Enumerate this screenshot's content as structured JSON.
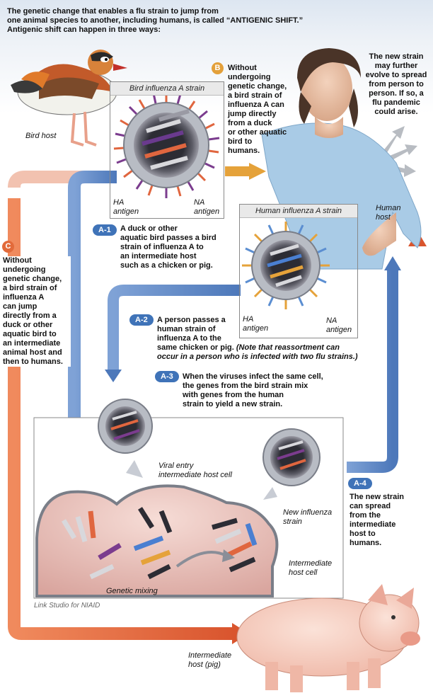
{
  "intro": {
    "line1": "The genetic change that enables a flu strain to jump from",
    "line2a": "one animal species to another, including humans, is called ",
    "line2b": "“ANTIGENIC SHIFT.”",
    "line3": "Antigenic shift can happen in three ways:"
  },
  "bird": {
    "host_label": "Bird host",
    "strain_title": "Bird influenza A strain",
    "ha_label": "HA",
    "ha_label2": "antigen",
    "na_label": "NA",
    "na_label2": "antigen"
  },
  "human_strain": {
    "title": "Human influenza A strain",
    "ha_label": "HA",
    "ha_label2": "antigen",
    "na_label": "NA",
    "na_label2": "antigen"
  },
  "route_b": {
    "badge": "B",
    "lines": [
      "Without",
      "undergoing",
      "genetic change,",
      "a bird strain of",
      "influenza A can",
      "jump directly",
      "from a duck",
      "or other aquatic",
      "bird to",
      "humans."
    ]
  },
  "pandemic": {
    "lines": [
      "The new strain",
      "may further",
      "evolve to spread",
      "from person to",
      "person. If so, a",
      "flu pandemic",
      "could arise."
    ]
  },
  "human_host": {
    "lines": [
      "Human",
      "host"
    ]
  },
  "route_c": {
    "badge": "C",
    "lines": [
      "Without",
      "undergoing",
      "genetic change,",
      "a bird strain of",
      "influenza A",
      "can jump",
      "directly from a",
      "duck or other",
      "aquatic bird to",
      "an intermediate",
      "animal host and",
      "then to humans."
    ]
  },
  "step_a1": {
    "badge": "A-1",
    "lines": [
      "A duck or other",
      "aquatic bird passes a bird",
      "strain of influenza A to",
      "an intermediate host",
      "such as a chicken or pig."
    ]
  },
  "step_a2": {
    "badge": "A-2",
    "lines": [
      "A person passes a",
      "human strain of",
      "influenza A to the"
    ],
    "line4": "same chicken or pig. ",
    "note1": "(Note that reassortment can",
    "note2": "occur in a person who is infected with two flu strains.)"
  },
  "step_a3": {
    "badge": "A-3",
    "lines": [
      "When the viruses infect the same cell,",
      "the genes from the bird strain mix",
      "with genes from the human",
      "strain to yield a new strain."
    ]
  },
  "step_a4": {
    "badge": "A-4",
    "lines": [
      "The new strain",
      "can spread",
      "from the",
      "intermediate",
      "host to",
      "humans."
    ]
  },
  "cell": {
    "viral_entry": [
      "Viral entry",
      "intermediate host cell"
    ],
    "new_strain": [
      "New influenza",
      "strain"
    ],
    "intermediate_cell": [
      "Intermediate",
      "host cell"
    ],
    "genetic_mixing": "Genetic mixing"
  },
  "pig": {
    "lines": [
      "Intermediate",
      "host (pig)"
    ]
  },
  "credit": "Link Studio for NIAID",
  "colors": {
    "blue_arrow": "#5d86c4",
    "orange_arrow": "#e0663f",
    "gold_arrow": "#e5a23a",
    "badge_blue": "#3f73b8",
    "badge_gold": "#e3a03a",
    "badge_orange": "#e26a3a"
  }
}
